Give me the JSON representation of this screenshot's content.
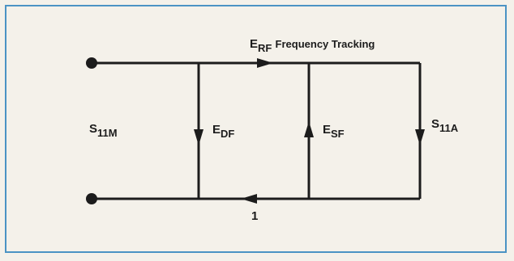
{
  "diagram": {
    "colors": {
      "line": "#1c1c1c",
      "frame": "#4b93c4",
      "background": "#f4f1ea"
    },
    "labels": {
      "erf": {
        "main": "E",
        "sub": "RF",
        "suffix": "Frequency Tracking"
      },
      "s11m": {
        "main": "S",
        "sub": "11M"
      },
      "edf": {
        "main": "E",
        "sub": "DF"
      },
      "esf": {
        "main": "E",
        "sub": "SF"
      },
      "s11a": {
        "main": "S",
        "sub": "11A"
      },
      "unity": "1"
    }
  }
}
